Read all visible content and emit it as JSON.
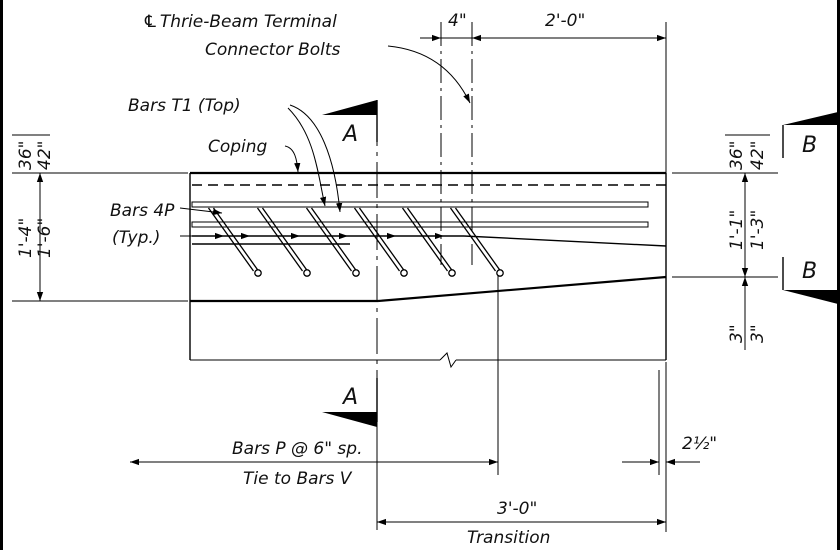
{
  "labels": {
    "centerline_symbol": "℄",
    "thrie_beam_line1": "Thrie-Beam Terminal",
    "thrie_beam_line2": "Connector Bolts",
    "bars_t1": "Bars T1 (Top)",
    "coping": "Coping",
    "bars_4p": "Bars 4P",
    "typ": "(Typ.)",
    "bars_p": "Bars P @ 6\" sp.",
    "tie_to_bars_v": "Tie to Bars V",
    "transition": "Transition"
  },
  "sections": {
    "a_top": "A",
    "a_bottom": "A",
    "b_top": "B",
    "b_bottom": "B"
  },
  "dimensions": {
    "d_4in": "4\"",
    "d_2ft": "2'-0\"",
    "d_3ft": "3'-0\"",
    "d_2half": "2½\"",
    "left_36": "36\"",
    "left_42": "42\"",
    "left_1_4": "1'-4\"",
    "left_1_6": "1'-6\"",
    "right_36": "36\"",
    "right_42": "42\"",
    "right_1_1": "1'-1\"",
    "right_1_3": "1'-3\"",
    "right_3a": "3\"",
    "right_3b": "3\""
  }
}
